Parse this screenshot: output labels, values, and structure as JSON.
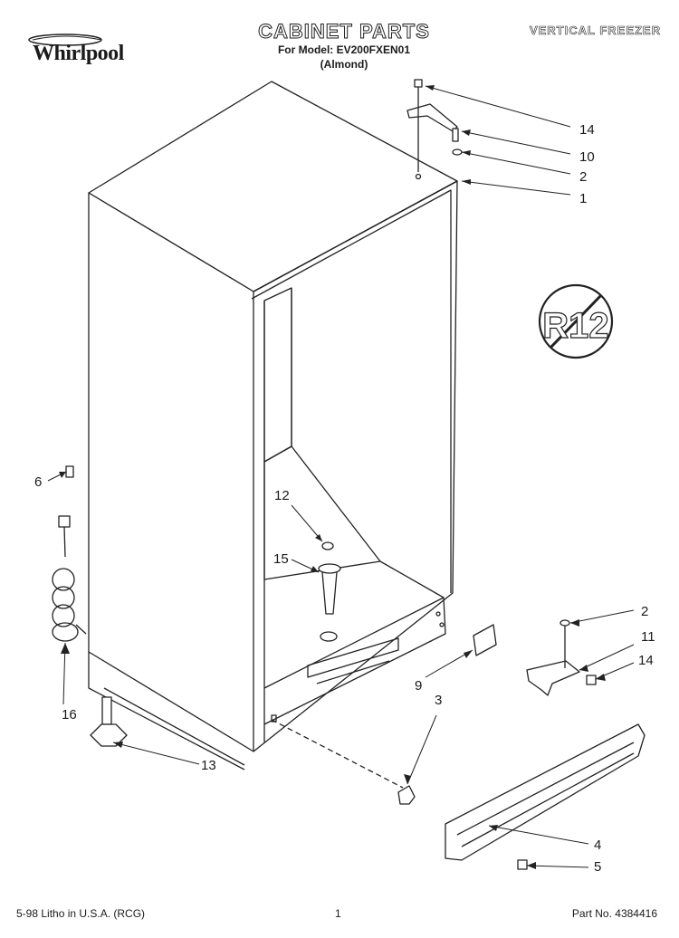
{
  "header": {
    "brand": "Whirlpool",
    "title": "CABINET PARTS",
    "model_line": "For Model: EV200FXEN01",
    "color": "(Almond)",
    "product": "VERTICAL FREEZER"
  },
  "callouts": [
    "14",
    "10",
    "2",
    "1",
    "6",
    "12",
    "15",
    "2",
    "11",
    "14",
    "16",
    "9",
    "3",
    "13",
    "4",
    "5"
  ],
  "badge": {
    "text": "R12",
    "crossed": true
  },
  "footer": {
    "litho": "5-98 Litho in U.S.A. (RCG)",
    "page": "1",
    "part_no": "Part No. 4384416"
  }
}
